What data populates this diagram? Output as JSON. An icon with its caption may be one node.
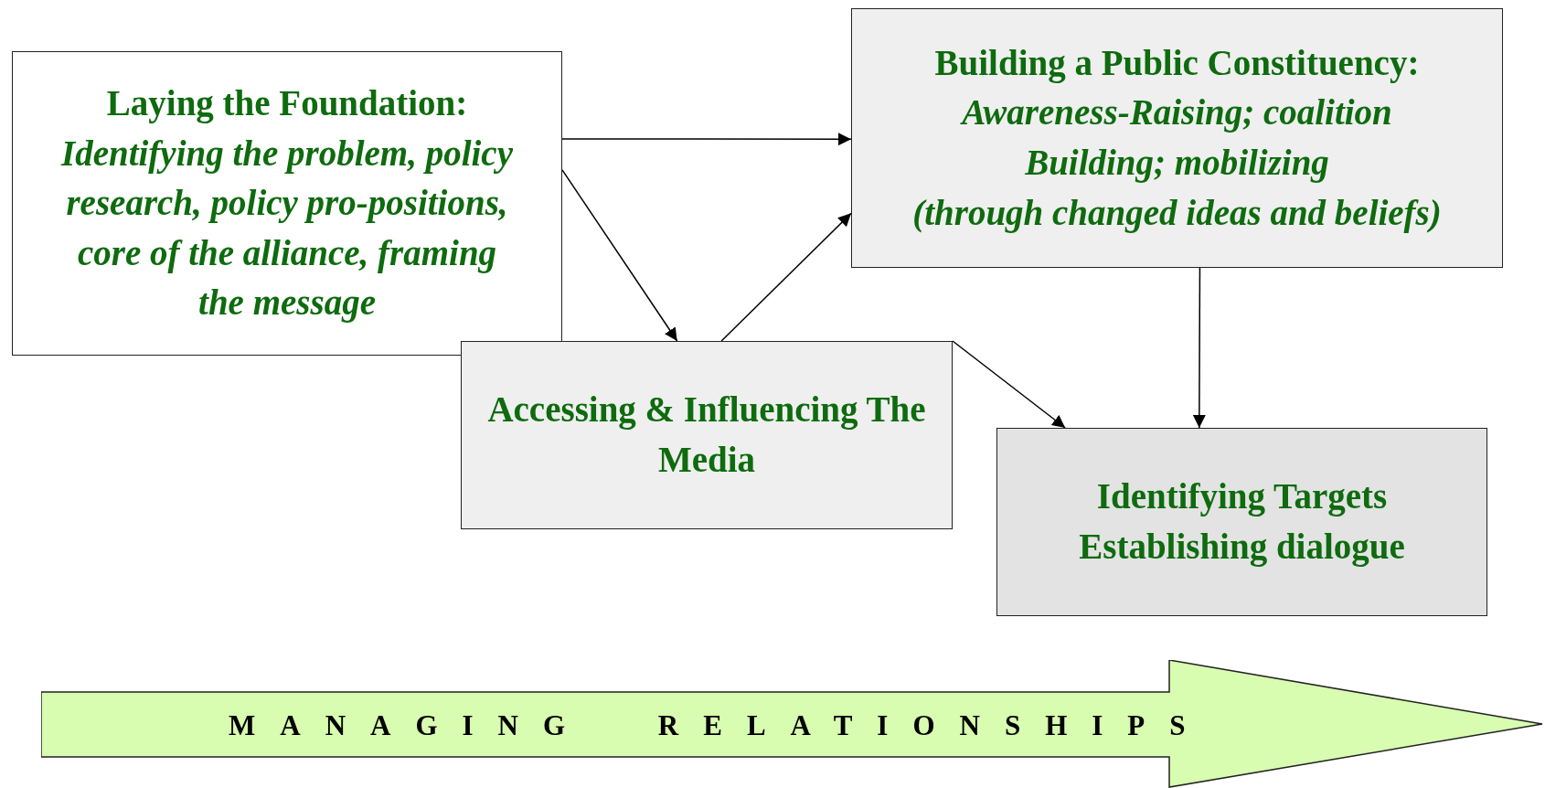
{
  "diagram": {
    "nodes": [
      {
        "text": [
          "Laying the Foundation:",
          "Identifying the problem, policy research, policy pro-positions, core of the alliance, framing the message"
        ]
      },
      {
        "text": [
          "Building a Public Constituency:",
          "Awareness-Raising; coalition Building; mobilizing",
          "(through changed ideas and beliefs)"
        ]
      },
      {
        "text": [
          "Accessing & Influencing The Media"
        ]
      },
      {
        "text": [
          "Identifying Targets Establishing dialogue"
        ]
      },
      {
        "text": [
          "MANAGING RELATIONSHIPS"
        ]
      }
    ],
    "edges": [
      {
        "from": 0,
        "to": 1,
        "arrow": "to"
      },
      {
        "from": 0,
        "to": 2,
        "arrow": "to"
      },
      {
        "from": 2,
        "to": 1,
        "arrow": "to"
      },
      {
        "from": 2,
        "to": 3,
        "arrow": "to"
      },
      {
        "from": 1,
        "to": 3,
        "arrow": "to"
      }
    ]
  }
}
